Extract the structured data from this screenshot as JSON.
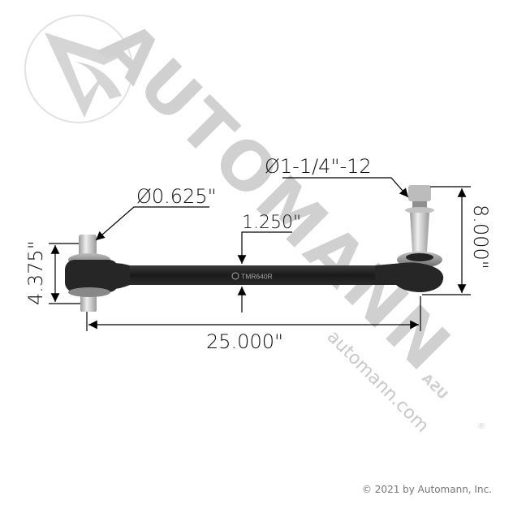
{
  "watermark": {
    "brand": "AUTOMANN",
    "suffix": "USA",
    "registered": "®",
    "website": "automann.com",
    "color": "#d0d0d0"
  },
  "part": {
    "number": "TMR640R",
    "type": "torque rod",
    "bar_color": "#1e1e1e"
  },
  "dimensions": {
    "left_pin_diameter": "Ø0.625\"",
    "right_stud_thread": "Ø1-1/4\"-12",
    "bar_thickness": "1.250\"",
    "left_bushing_width": "4.375\"",
    "right_end_height": "8.000\"",
    "overall_length": "25.000\""
  },
  "footer": {
    "copyright": "© 2021 by Automann, Inc."
  }
}
